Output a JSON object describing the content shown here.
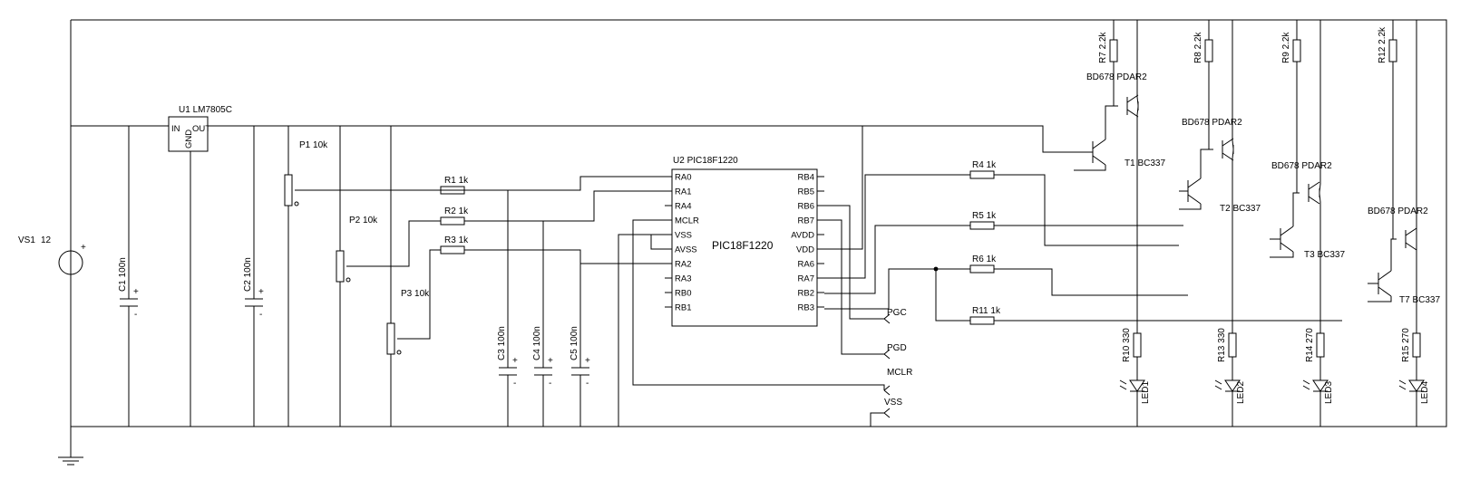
{
  "source": {
    "name": "VS1",
    "value": "12"
  },
  "regulator": {
    "ref": "U1",
    "part": "LM7805C",
    "pin_in": "IN",
    "pin_out": "OUT",
    "pin_gnd": "GND"
  },
  "mcu": {
    "ref": "U2",
    "part": "PIC18F1220",
    "center_label": "PIC18F1220",
    "left_pins": [
      "RA0",
      "RA1",
      "RA4",
      "MCLR",
      "VSS",
      "AVSS",
      "RA2",
      "RA3",
      "RB0",
      "RB1"
    ],
    "right_pins": [
      "RB4",
      "RB5",
      "RB6",
      "RB7",
      "AVDD",
      "VDD",
      "RA6",
      "RA7",
      "RB2",
      "RB3"
    ]
  },
  "capacitors": [
    {
      "ref": "C1",
      "value": "100n"
    },
    {
      "ref": "C2",
      "value": "100n"
    },
    {
      "ref": "C3",
      "value": "100n"
    },
    {
      "ref": "C4",
      "value": "100n"
    },
    {
      "ref": "C5",
      "value": "100n"
    }
  ],
  "potentiometers": [
    {
      "ref": "P1",
      "value": "10k"
    },
    {
      "ref": "P2",
      "value": "10k"
    },
    {
      "ref": "P3",
      "value": "10k"
    }
  ],
  "resistors": [
    {
      "ref": "R1",
      "value": "1k"
    },
    {
      "ref": "R2",
      "value": "1k"
    },
    {
      "ref": "R3",
      "value": "1k"
    },
    {
      "ref": "R4",
      "value": "1k"
    },
    {
      "ref": "R5",
      "value": "1k"
    },
    {
      "ref": "R6",
      "value": "1k"
    },
    {
      "ref": "R11",
      "value": "1k"
    },
    {
      "ref": "R7",
      "value": "2.2k"
    },
    {
      "ref": "R8",
      "value": "2.2k"
    },
    {
      "ref": "R9",
      "value": "2.2k"
    },
    {
      "ref": "R12",
      "value": "2.2k"
    },
    {
      "ref": "R10",
      "value": "330"
    },
    {
      "ref": "R13",
      "value": "330"
    },
    {
      "ref": "R14",
      "value": "270"
    },
    {
      "ref": "R15",
      "value": "270"
    }
  ],
  "drivers": [
    {
      "ref": "T1",
      "part": "BC337"
    },
    {
      "ref": "T2",
      "part": "BC337"
    },
    {
      "ref": "T3",
      "part": "BC337"
    },
    {
      "ref": "T7",
      "part": "BC337"
    }
  ],
  "darlingtons": [
    {
      "label": "BD678 PDAR2"
    },
    {
      "label": "BD678 PDAR2"
    },
    {
      "label": "BD678 PDAR2"
    },
    {
      "label": "BD678 PDAR2"
    }
  ],
  "leds": [
    "LED1",
    "LED2",
    "LED3",
    "LED4"
  ],
  "connectors": [
    "PGC",
    "PGD",
    "MCLR",
    "VSS"
  ]
}
